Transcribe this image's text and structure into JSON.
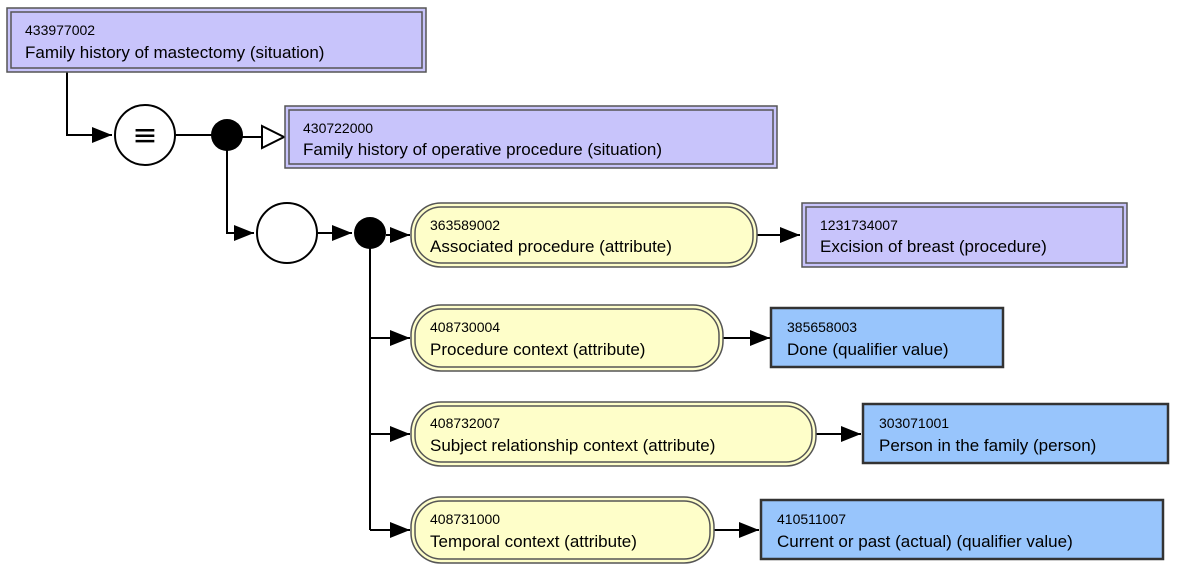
{
  "colors": {
    "defined_concept": "#c8c4fb",
    "primitive_concept": "#98c5fc",
    "attribute": "#fefec9",
    "line": "#000000"
  },
  "concepts": {
    "focus": {
      "code": "433977002",
      "term": "Family history of mastectomy (situation)",
      "kind": "defined"
    },
    "parent": {
      "code": "430722000",
      "term": "Family history of operative procedure (situation)",
      "kind": "defined"
    },
    "value_1": {
      "code": "1231734007",
      "term": "Excision of breast (procedure)",
      "kind": "defined"
    },
    "value_2": {
      "code": "385658003",
      "term": "Done (qualifier value)",
      "kind": "primitive"
    },
    "value_3": {
      "code": "303071001",
      "term": "Person in the family (person)",
      "kind": "primitive"
    },
    "value_4": {
      "code": "410511007",
      "term": "Current or past (actual) (qualifier value)",
      "kind": "primitive"
    }
  },
  "attributes": {
    "attr_1": {
      "code": "363589002",
      "term": "Associated procedure (attribute)"
    },
    "attr_2": {
      "code": "408730004",
      "term": "Procedure context (attribute)"
    },
    "attr_3": {
      "code": "408732007",
      "term": "Subject relationship context (attribute)"
    },
    "attr_4": {
      "code": "408731000",
      "term": "Temporal context (attribute)"
    }
  },
  "symbols": {
    "definition_status": "≡"
  }
}
